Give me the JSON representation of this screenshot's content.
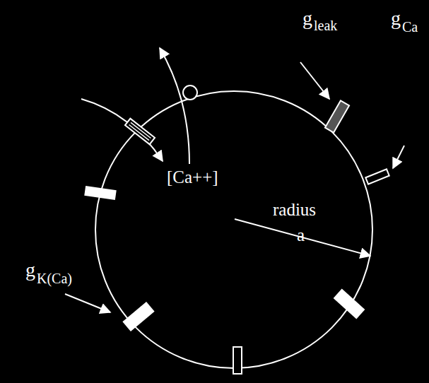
{
  "diagram": {
    "labels": [
      "g",
      "leak",
      "g",
      "Ca",
      "[Ca++]",
      "radius",
      "a",
      "g",
      "K(Ca)"
    ]
  }
}
